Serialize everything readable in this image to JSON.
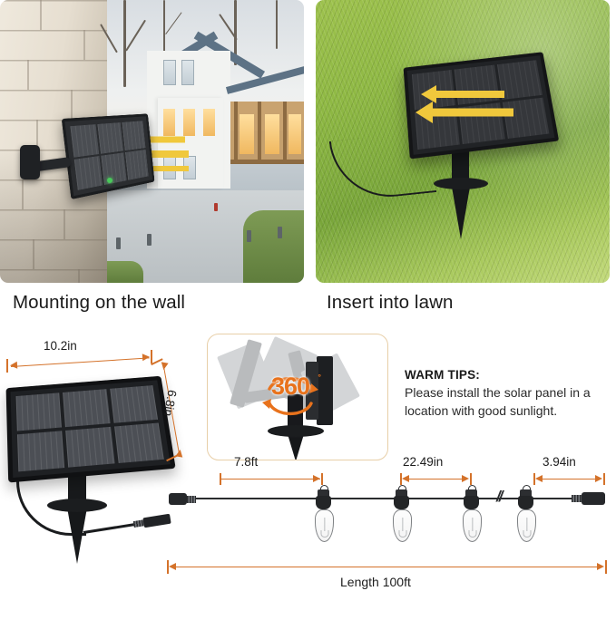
{
  "photos": [
    {
      "caption": "Mounting on the wall",
      "scene": "solar-panel-mounted-on-brick-wall-with-house"
    },
    {
      "caption": "Insert into lawn",
      "scene": "solar-panel-staked-in-green-grass"
    }
  ],
  "panel_dimensions": {
    "width_label": "10.2in",
    "height_label": "6.8in"
  },
  "rotation_badge": {
    "value": "360",
    "degree_symbol": "°"
  },
  "warm_tips": {
    "title": "WARM TIPS:",
    "body": "Please install the solar panel in a location with good sunlight."
  },
  "string_light_dimensions": {
    "lead_length": "7.8ft",
    "bulb_spacing": "22.49in",
    "tail_length": "3.94in",
    "total_length": "Length 100ft"
  },
  "colors": {
    "dimension_orange": "#d4722a",
    "badge_orange": "#e8721c",
    "tip_border": "#e8cfa8",
    "arrow_yellow": "#f0c83c",
    "text_dark": "#1a1a1a"
  }
}
